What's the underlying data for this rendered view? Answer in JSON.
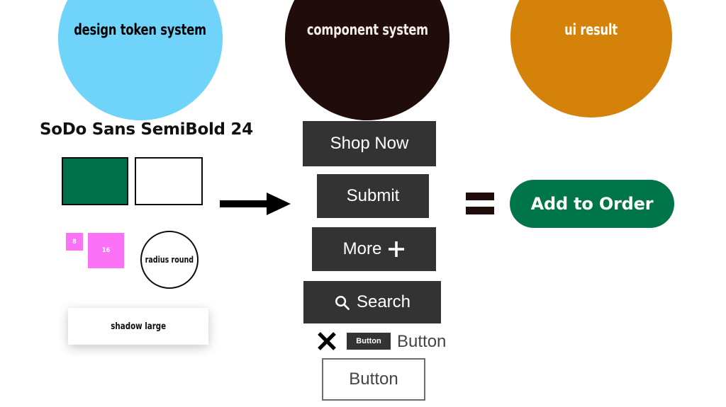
{
  "diagram": {
    "columns": [
      {
        "id": "token",
        "title": "design token system",
        "color": "#6FD3FA",
        "text_color": "#000000"
      },
      {
        "id": "component",
        "title": "component system",
        "color": "#200C0B",
        "text_color": "#F3EFE4"
      },
      {
        "id": "result",
        "title": "ui result",
        "color": "#D4820A",
        "text_color": "#FFFFFF"
      }
    ],
    "operators": {
      "arrow": "arrow-right",
      "equals": "="
    }
  },
  "tokens": {
    "typography": "SoDo Sans SemiBold 24",
    "colors": [
      {
        "name": "green-swatch",
        "hex": "#00704A"
      },
      {
        "name": "white-swatch",
        "hex": "#FFFFFF"
      }
    ],
    "spacing": [
      {
        "label": "8",
        "hex": "#FB72F6"
      },
      {
        "label": "16",
        "hex": "#FB72F6"
      }
    ],
    "radius": "radius round",
    "shadow": "shadow large"
  },
  "components": {
    "buttons": [
      {
        "label": "Shop Now",
        "icon": null,
        "style": "filled"
      },
      {
        "label": "Submit",
        "icon": null,
        "style": "filled"
      },
      {
        "label": "More",
        "icon": "plus-icon",
        "style": "filled"
      },
      {
        "label": "Search",
        "icon": "search-icon",
        "style": "filled"
      }
    ],
    "chip_label": "Button",
    "text_label": "Button",
    "outline_label": "Button",
    "close_icon": "close-x-icon"
  },
  "result": {
    "cta_label": "Add to Order",
    "cta_color": "#00754A",
    "cta_text_color": "#FFFFFF"
  }
}
